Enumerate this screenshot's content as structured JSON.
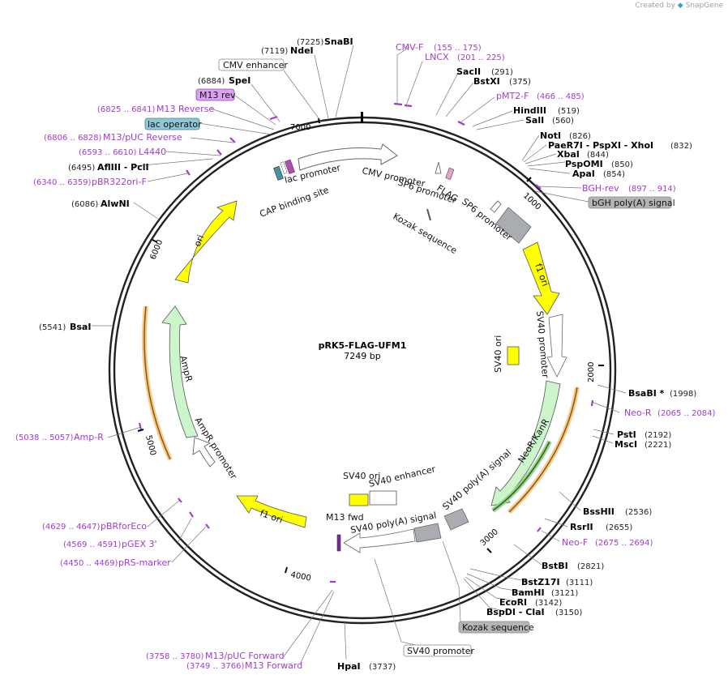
{
  "brand": {
    "prefix": "Created by",
    "name": "SnapGene"
  },
  "plasmid": {
    "name": "pRK5-FLAG-UFM1",
    "length_label": "7249 bp",
    "length": 7249
  },
  "tick_labels": [
    "1000",
    "2000",
    "3000",
    "4000",
    "5000",
    "6000",
    "7000"
  ],
  "enzymes": [
    {
      "name": "SnaBI",
      "pos": "(7225)"
    },
    {
      "name": "NdeI",
      "pos": "(7119)"
    },
    {
      "name": "SpeI",
      "pos": "(6884)"
    },
    {
      "name": "AflIII - PciI",
      "pos": "(6495)"
    },
    {
      "name": "AlwNI",
      "pos": "(6086)"
    },
    {
      "name": "BsaI",
      "pos": "(5541)"
    },
    {
      "name": "SacII",
      "pos": "(291)"
    },
    {
      "name": "BstXI",
      "pos": "(375)"
    },
    {
      "name": "HindIII",
      "pos": "(519)"
    },
    {
      "name": "SalI",
      "pos": "(560)"
    },
    {
      "name": "NotI",
      "pos": "(826)"
    },
    {
      "name": "PaeR7I - PspXI - XhoI",
      "pos": "(832)"
    },
    {
      "name": "XbaI",
      "pos": "(844)"
    },
    {
      "name": "PspOMI",
      "pos": "(850)"
    },
    {
      "name": "ApaI",
      "pos": "(854)"
    },
    {
      "name": "BsaBI *",
      "pos": "(1998)"
    },
    {
      "name": "PstI",
      "pos": "(2192)"
    },
    {
      "name": "MscI",
      "pos": "(2221)"
    },
    {
      "name": "BssHII",
      "pos": "(2536)"
    },
    {
      "name": "RsrII",
      "pos": "(2655)"
    },
    {
      "name": "BstBI",
      "pos": "(2821)"
    },
    {
      "name": "BstZ17I",
      "pos": "(3111)"
    },
    {
      "name": "BamHI",
      "pos": "(3121)"
    },
    {
      "name": "EcoRI",
      "pos": "(3142)"
    },
    {
      "name": "BspDI - ClaI",
      "pos": "(3150)"
    },
    {
      "name": "HpaI",
      "pos": "(3737)"
    }
  ],
  "primers": [
    {
      "name": "CMV-F",
      "range": "(155 .. 175)"
    },
    {
      "name": "LNCX",
      "range": "(201 .. 225)"
    },
    {
      "name": "pMT2-F",
      "range": "(466 .. 485)"
    },
    {
      "name": "BGH-rev",
      "range": "(897 .. 914)"
    },
    {
      "name": "Neo-R",
      "range": "(2065 .. 2084)"
    },
    {
      "name": "Neo-F",
      "range": "(2675 .. 2694)"
    },
    {
      "name": "M13/pUC Forward",
      "range": "(3758 .. 3780)"
    },
    {
      "name": "M13 Forward",
      "range": "(3749 .. 3766)"
    },
    {
      "name": "pRS-marker",
      "range": "(4450 .. 4469)"
    },
    {
      "name": "pGEX 3'",
      "range": "(4569 .. 4591)"
    },
    {
      "name": "pBRforEco",
      "range": "(4629 .. 4647)"
    },
    {
      "name": "Amp-R",
      "range": "(5038 .. 5057)"
    },
    {
      "name": "pBR322ori-F",
      "range": "(6340 .. 6359)"
    },
    {
      "name": "L4440",
      "range": "(6593 .. 6610)"
    },
    {
      "name": "M13/pUC Reverse",
      "range": "(6806 .. 6828)"
    },
    {
      "name": "M13 Reverse",
      "range": "(6825 .. 6841)"
    }
  ],
  "boxed_labels": [
    {
      "text": "CMV enhancer",
      "color": "#ffffff"
    },
    {
      "text": "M13 rev",
      "color": "#dda0f0"
    },
    {
      "text": "lac operator",
      "color": "#8fc7d6"
    },
    {
      "text": "bGH poly(A) signal",
      "color": "#b4b4b4"
    },
    {
      "text": "Kozak sequence",
      "color": "#b4b4b4"
    },
    {
      "text": "SV40 promoter",
      "color": "#ffffff"
    }
  ],
  "feature_labels": [
    "lac promoter",
    "CAP binding site",
    "CMV promoter",
    "FLAG",
    "SP6 promoter",
    "SP6 promoter",
    "Kozak sequence",
    "ori",
    "f1 ori",
    "SV40 promoter",
    "SV40 ori",
    "NeoR/KanR",
    "SV40 poly(A) signal",
    "SV40 ori",
    "SV40 enhancer",
    "M13 fwd",
    "SV40 poly(A) signal",
    "f1 ori",
    "AmpR",
    "AmpR promoter"
  ],
  "colors": {
    "backbone": "#222222",
    "primer": "#a23bd1",
    "ori": "#ffff00",
    "amp": "#ccf5cc",
    "gray": "#a9adb2",
    "orf_highlight": "#f5c98f",
    "orf_line": "#8b5a00"
  }
}
